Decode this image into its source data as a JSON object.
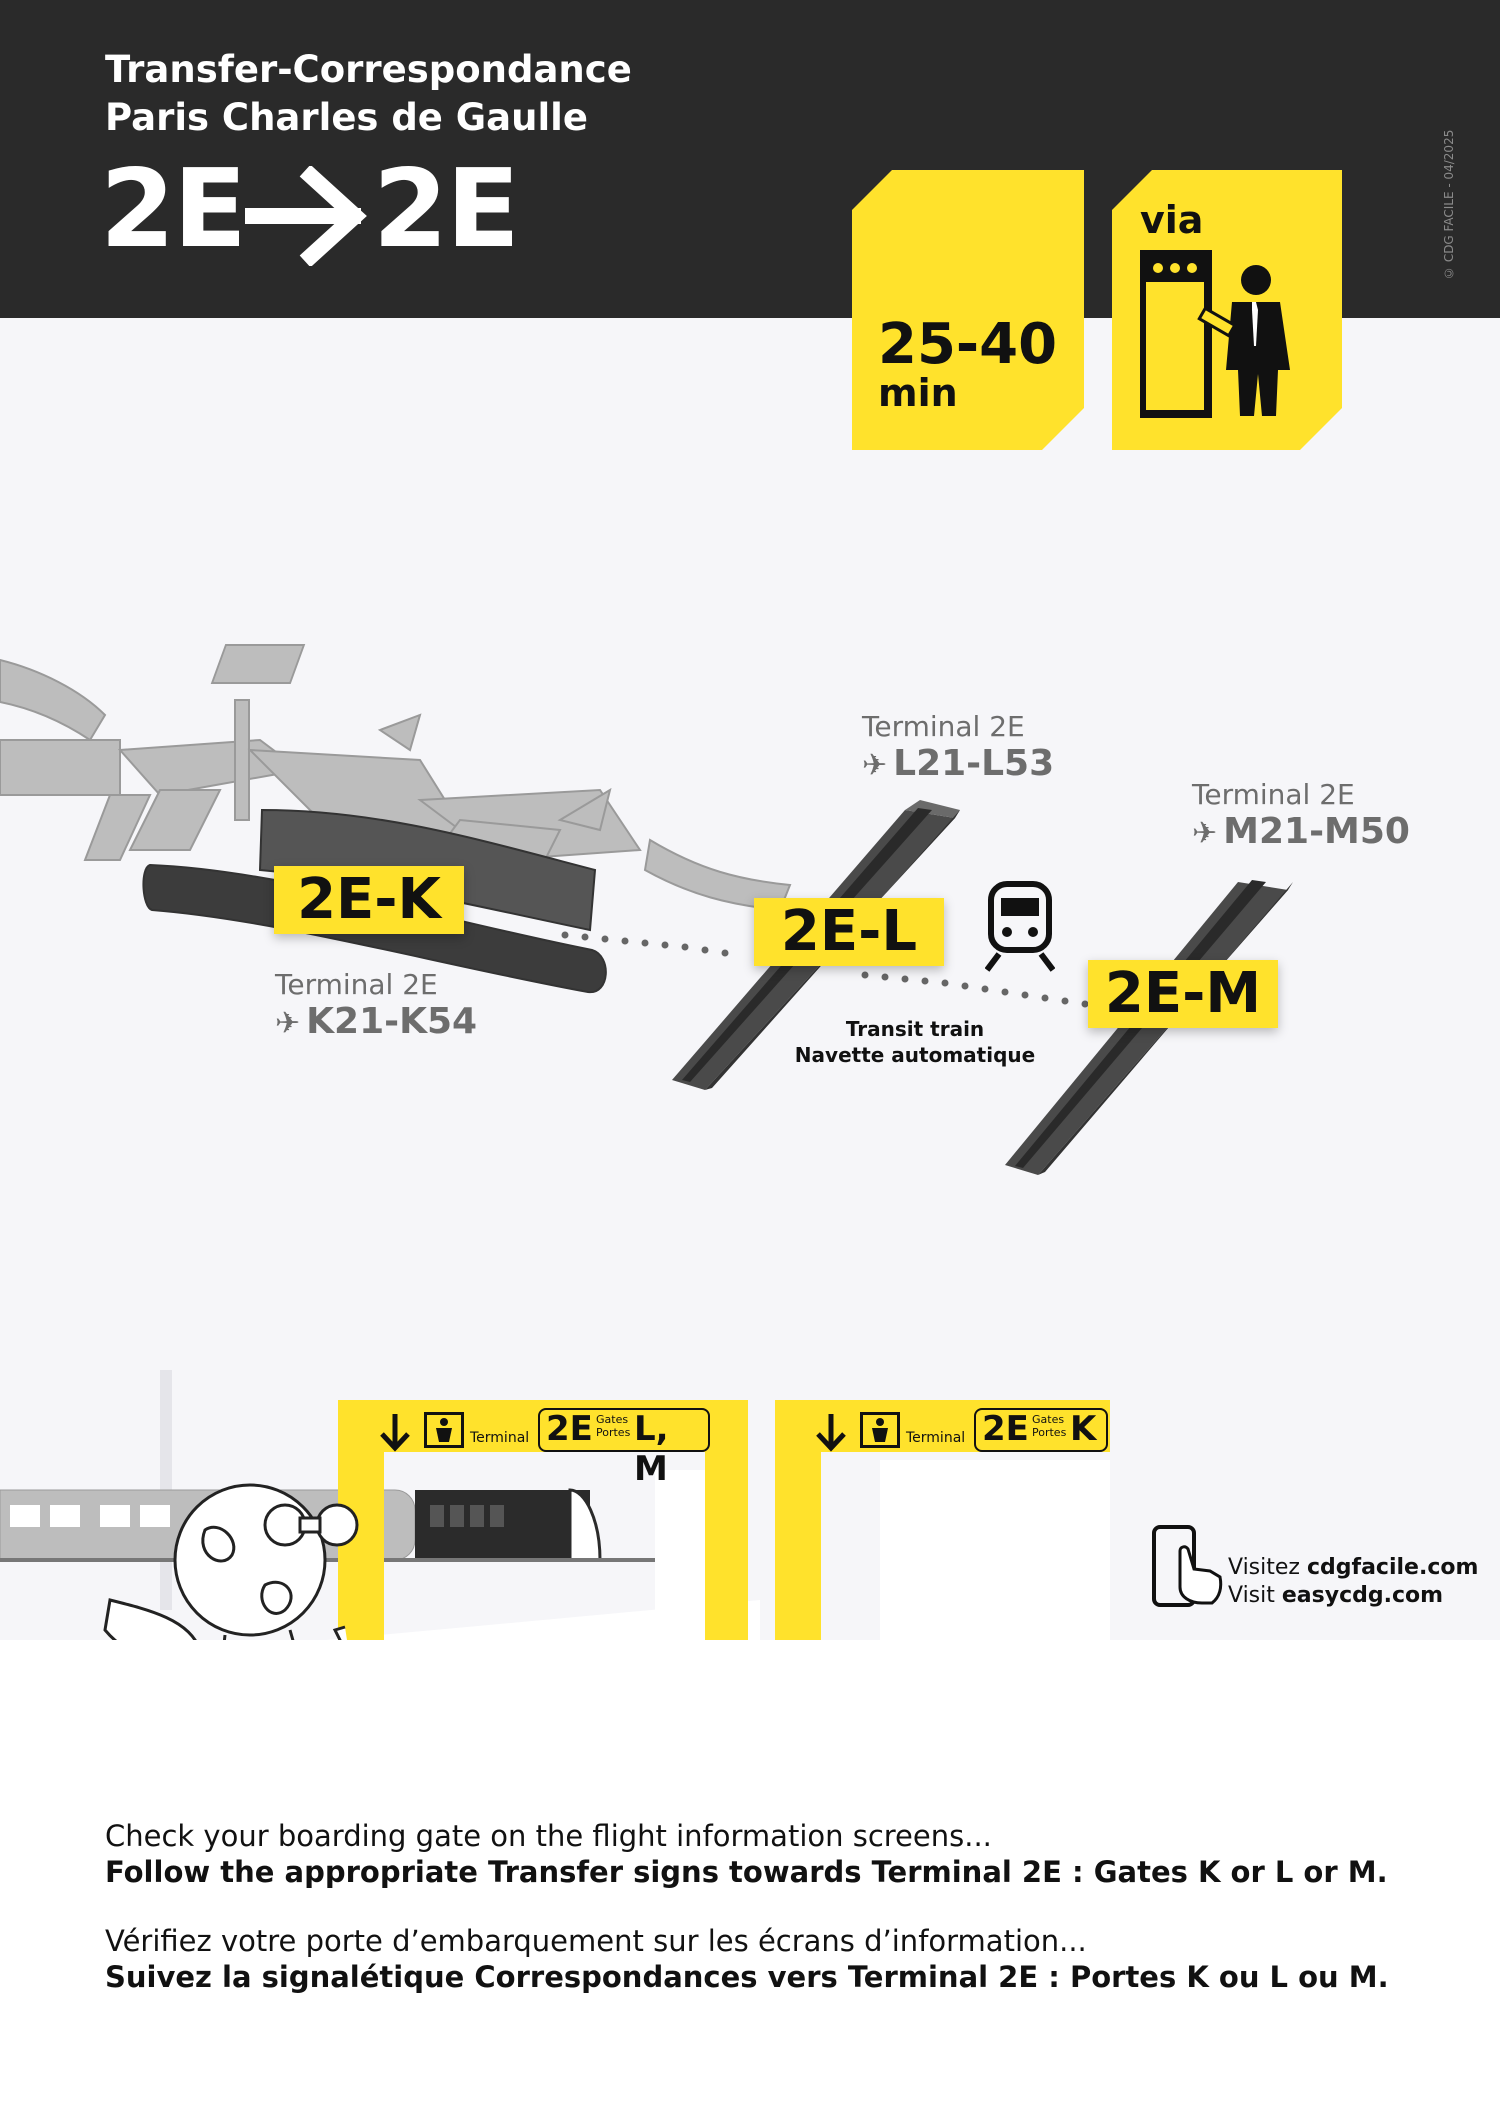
{
  "header": {
    "title_line1": "Transfer-Correspondance",
    "title_line2": "Paris Charles de Gaulle",
    "route_from": "2E",
    "route_to": "2E",
    "copyright": "© CDG FACILE - 04/2025"
  },
  "info_cards": {
    "time": {
      "value": "25-40",
      "unit": "min"
    },
    "via": {
      "label": "via",
      "icon": "security-check-icon"
    }
  },
  "terminals": {
    "k": {
      "tag": "2E-K",
      "terminal_label": "Terminal 2E",
      "gates": "K21-K54"
    },
    "l": {
      "tag": "2E-L",
      "terminal_label": "Terminal 2E",
      "gates": "L21-L53"
    },
    "m": {
      "tag": "2E-M",
      "terminal_label": "Terminal 2E",
      "gates": "M21-M50"
    }
  },
  "transit": {
    "line1": "Transit train",
    "line2": "Navette automatique"
  },
  "signs": {
    "left": {
      "terminal_word": "Terminal",
      "terminal": "2E",
      "gates_en": "Gates",
      "gates_fr": "Portes",
      "letters": "L, M"
    },
    "right": {
      "terminal_word": "Terminal",
      "terminal": "2E",
      "gates_en": "Gates",
      "gates_fr": "Portes",
      "letters": "K"
    }
  },
  "visit": {
    "fr_prefix": "Visitez ",
    "fr_site": "cdgfacile.com",
    "en_prefix": "Visit ",
    "en_site": "easycdg.com"
  },
  "instructions": {
    "en_line1": "Check your boarding gate on the flight information screens...",
    "en_line2": "Follow the appropriate Transfer signs towards Terminal 2E : Gates K or L or M.",
    "fr_line1": "Vérifiez votre porte d’embarquement sur les écrans d’information...",
    "fr_line2": "Suivez la signalétique Correspondances vers Terminal 2E : Portes K ou L ou M."
  },
  "colors": {
    "accent": "#ffe22c",
    "header_bg": "#2a2a2a",
    "terminal_dark": "#4a4a4a",
    "terminal_light": "#b5b5b5"
  }
}
